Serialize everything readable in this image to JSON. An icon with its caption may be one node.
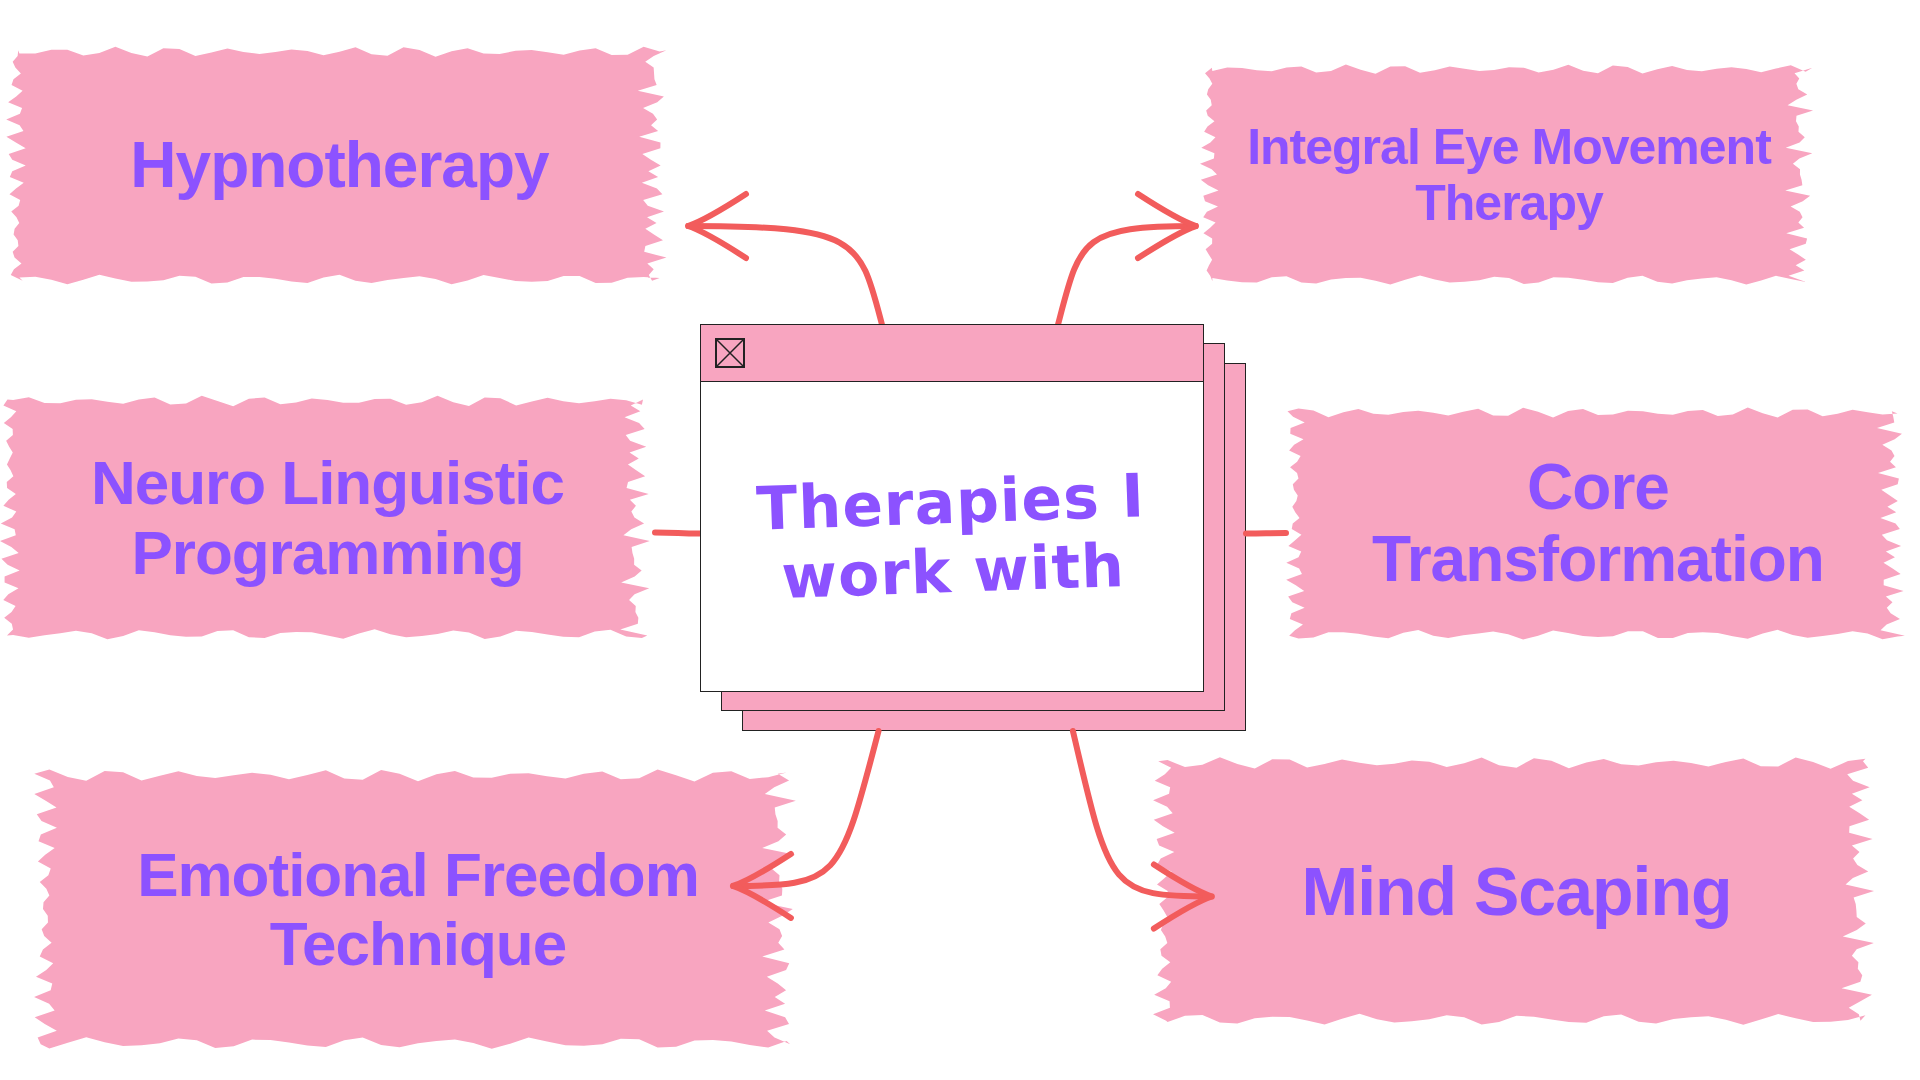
{
  "diagram": {
    "nodes": [
      {
        "text": [
          "Therapies I work with"
        ]
      },
      {
        "text": [
          "Hypnotherapy"
        ]
      },
      {
        "text": [
          "Integral Eye Movement Therapy"
        ]
      },
      {
        "text": [
          "Neuro Linguistic Programming"
        ]
      },
      {
        "text": [
          "Core Transformation"
        ]
      },
      {
        "text": [
          "Emotional Freedom Technique"
        ]
      },
      {
        "text": [
          "Mind Scaping"
        ]
      }
    ],
    "edges": [
      {
        "from": 0,
        "to": 1,
        "arrow": "to"
      },
      {
        "from": 0,
        "to": 2,
        "arrow": "to"
      },
      {
        "from": 0,
        "to": 3,
        "arrow": "none"
      },
      {
        "from": 0,
        "to": 4,
        "arrow": "none"
      },
      {
        "from": 0,
        "to": 5,
        "arrow": "to"
      },
      {
        "from": 0,
        "to": 6,
        "arrow": "to"
      }
    ]
  }
}
